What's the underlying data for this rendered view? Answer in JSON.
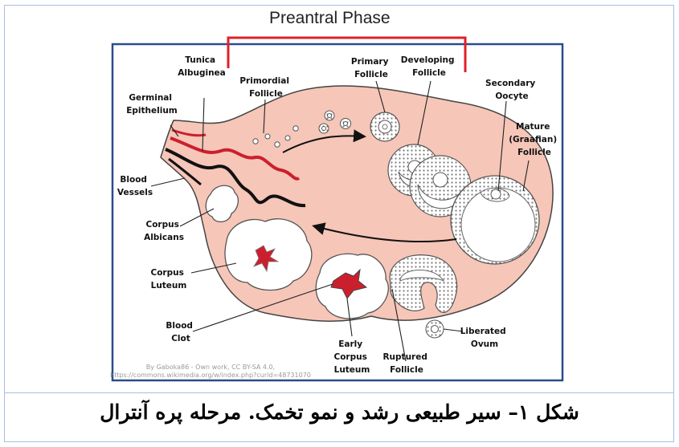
{
  "figure": {
    "phase_title": "Preantral Phase",
    "labels": {
      "tunica_albuginea": [
        "Tunica",
        "Albuginea"
      ],
      "primordial_follicle": [
        "Primordial",
        "Follicle"
      ],
      "primary_follicle": [
        "Primary",
        "Follicle"
      ],
      "developing_follicle": [
        "Developing",
        "Follicle"
      ],
      "secondary_oocyte": [
        "Secondary",
        "Oocyte"
      ],
      "germinal_epithelium": [
        "Germinal",
        "Epithelium"
      ],
      "mature_follicle": [
        "Mature",
        "(Graafian)",
        "Follicle"
      ],
      "blood_vessels": [
        "Blood",
        "Vessels"
      ],
      "corpus_albicans": [
        "Corpus",
        "Albicans"
      ],
      "corpus_luteum": [
        "Corpus",
        "Luteum"
      ],
      "blood_clot": [
        "Blood",
        "Clot"
      ],
      "early_corpus_luteum": [
        "Early",
        "Corpus",
        "Luteum"
      ],
      "ruptured_follicle": [
        "Ruptured",
        "Follicle"
      ],
      "liberated_ovum": [
        "Liberated",
        "Ovum"
      ]
    },
    "credit": [
      "By Gaboka86 - Own work, CC BY-SA 4.0,",
      "https://commons.wikimedia.org/w/index.php?curid=48731070"
    ],
    "colors": {
      "frame_blue": "#2b4c8c",
      "bracket_red": "#e0202a",
      "ovary_fill": "#f6c6b8",
      "ovary_stroke": "#444444",
      "blood_red": "#cc1f2e"
    }
  },
  "caption": {
    "text": "شکل ۱– سیر طبیعی رشد و نمو تخمک. مرحله  پره آنترال"
  }
}
